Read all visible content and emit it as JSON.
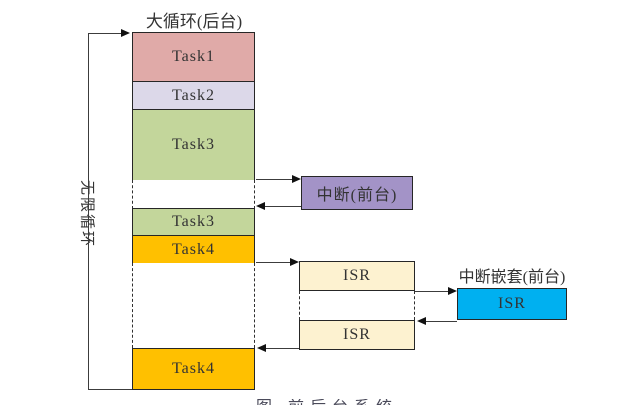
{
  "title": "大循环(后台)",
  "loop_label": "无限循环",
  "caption_fragment": "图 前后台系统",
  "colors": {
    "task1": "#e0aaa8",
    "task2": "#dcd8e9",
    "task3": "#c3d69b",
    "task4": "#ffc000",
    "interrupt": "#a393c7",
    "isr": "#fdf2d0",
    "nested_isr": "#00b0f0",
    "border": "#262626",
    "line": "#3c3c3c"
  },
  "column_segments": [
    {
      "label": "Task1",
      "color": "#e0aaa8"
    },
    {
      "label": "Task2",
      "color": "#dcd8e9"
    },
    {
      "label": "Task3",
      "color": "#c3d69b"
    },
    {
      "label": "Task3",
      "color": "#c3d69b"
    },
    {
      "label": "Task4",
      "color": "#ffc000"
    },
    {
      "label": "Task4",
      "color": "#ffc000"
    }
  ],
  "interrupt": {
    "label": "中断(前台)",
    "color": "#a393c7"
  },
  "isrs": [
    {
      "label": "ISR",
      "color": "#fdf2d0"
    },
    {
      "label": "ISR",
      "color": "#fdf2d0"
    }
  ],
  "nested": {
    "title": "中断嵌套(前台)",
    "isr_label": "ISR",
    "color": "#00b0f0"
  }
}
